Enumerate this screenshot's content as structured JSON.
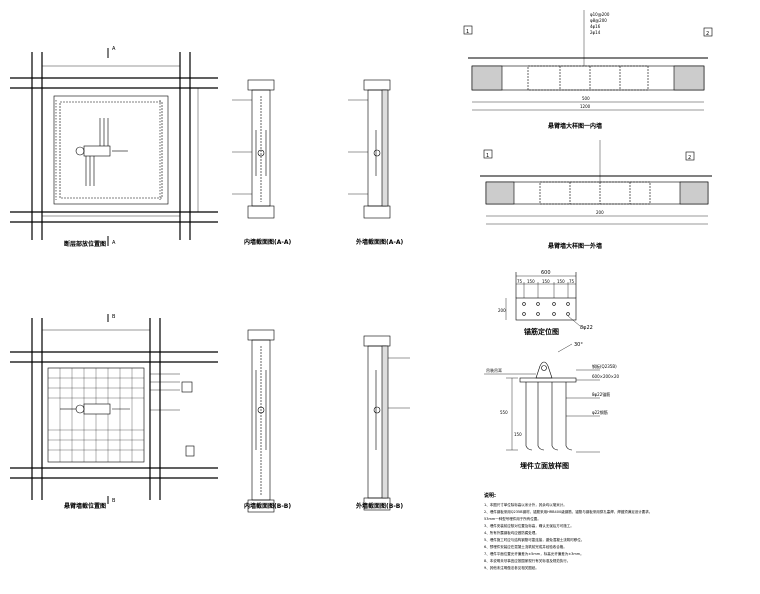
{
  "captions": {
    "plan_a": "断层部放位置图",
    "sec_a_in": "内墙截面图(A-A)",
    "sec_a_out": "外墙截面图(A-A)",
    "plan_b": "悬臂墙截位置图",
    "sec_b_in": "内墙截面图(B-B)",
    "sec_b_out": "外墙截面图(B-B)",
    "wall_in": "悬臂墙大样图一内墙",
    "wall_out": "悬臂墙大样图一外墙",
    "anchor_plate": "锚筋定位图",
    "elevation": "埋件立面放样图"
  },
  "section_marks": {
    "a": "A",
    "b": "B"
  },
  "plate_dims": {
    "total": "600",
    "d1": "75",
    "d2": "150",
    "d3": "150",
    "d4": "150",
    "d5": "75",
    "height": "200"
  },
  "elevation_labels": {
    "angle": "30°",
    "hanger": "吊装吊耳",
    "plate": "钢板(Q235B)",
    "plate_size": "600×200×20",
    "anchor": "8φ22锚筋",
    "bar": "φ22钢筋",
    "height": "550",
    "sub": "150"
  },
  "anchor_note": "8φ22",
  "notes_title": "说明:",
  "notes": [
    "1、本图尺寸单位除标高以米计外，其余均以毫米计。",
    "2、埋件钢板采用Q235B钢材，锚筋采用HRB400级钢筋，锚筋与钢板采用穿孔塞焊，焊缝须满足设计要求。",
    "   53mm一种型号埋件用于所有位置。",
    "3、埋件安装前应核对位置及标高，确认无误后方可施工。",
    "4、所有外露钢板均应做防腐处理。",
    "5、埋件施工时应与结构钢筋可靠连接，避免混凝土浇筑时移位。",
    "6、预埋件安装应在混凝土浇筑前完成并经验收合格。",
    "7、埋件平面位置允许偏差为±5mm，标高允许偏差为±3mm。",
    "8、本说明未尽事宜应按国家现行有关标准及规范执行。",
    "9、其他未注明做法参见相关图纸。"
  ],
  "callouts": {
    "c1": "1",
    "c2": "2",
    "w1": "φ10@200",
    "w2": "φ8@200",
    "w3": "4φ16",
    "w4": "2φ14",
    "dim_a": "500",
    "dim_b": "200",
    "dim_c": "1200"
  }
}
